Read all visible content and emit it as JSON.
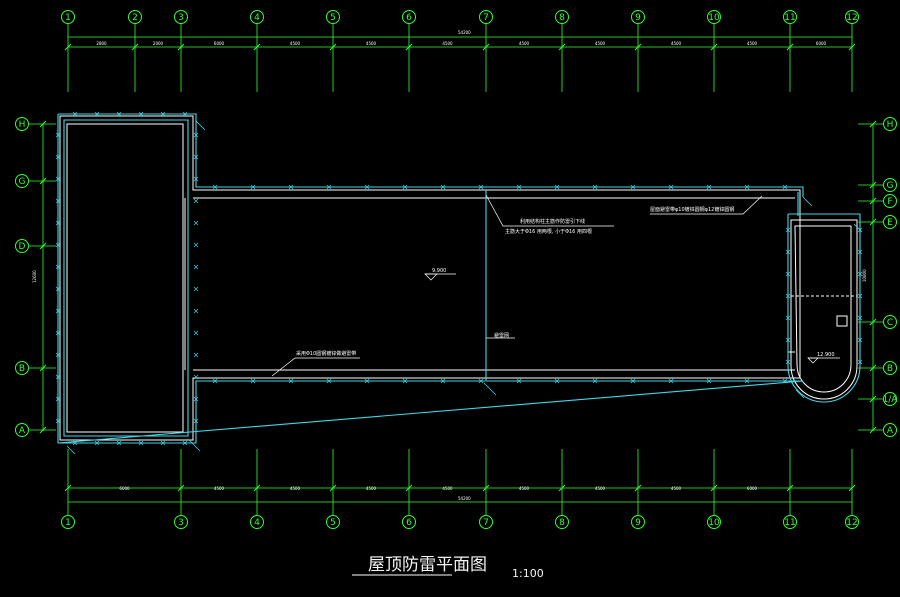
{
  "drawing": {
    "title": "屋顶防雷平面图",
    "scale": "1:100"
  },
  "axes": {
    "top_labels": [
      "1",
      "2",
      "3",
      "4",
      "5",
      "6",
      "7",
      "8",
      "9",
      "10",
      "11",
      "12"
    ],
    "bottom_labels": [
      "1",
      "3",
      "4",
      "5",
      "6",
      "7",
      "8",
      "9",
      "10",
      "11",
      "12"
    ],
    "left_labels": [
      "H",
      "G",
      "D",
      "B",
      "A"
    ],
    "right_labels": [
      "H",
      "G",
      "F",
      "E",
      "C",
      "B",
      "1/A",
      "A"
    ]
  },
  "dimensions": {
    "top_total": "54200",
    "top_segments": [
      "2800",
      "2000",
      "6000",
      "4500",
      "4500",
      "4500",
      "4500",
      "4500",
      "4500",
      "4500",
      "6000"
    ],
    "bottom_total": "54200",
    "bottom_segments": [
      "6000",
      "4500",
      "4500",
      "4500",
      "4500",
      "4500",
      "4500",
      "4500",
      "6000"
    ],
    "left_total": "12600",
    "right_total": "10800"
  },
  "annotations": {
    "note_downlead_1": "利用结构柱主筋作防雷引下线",
    "note_downlead_2": "主筋大于Φ16 用两根, 小于Φ16 用四根",
    "note_ridge": "屋面避雷带φ10镀锌圆钢φ12镀锌圆钢",
    "note_belt": "采用Φ10圆钢镀锌做避雷带",
    "note_net": "避雷网",
    "level_1": "9.900",
    "level_2": "12.900"
  },
  "colors": {
    "background": "#000000",
    "axis": "#30ff30",
    "wall": "#ffffff",
    "lightning": "#40d8e8",
    "text": "#ffffff"
  }
}
